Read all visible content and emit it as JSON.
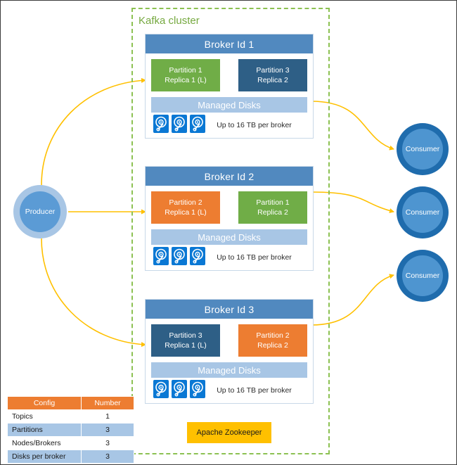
{
  "cluster": {
    "label": "Kafka cluster",
    "border_color": "#8cc152"
  },
  "producer": {
    "label": "Producer"
  },
  "consumers": [
    {
      "label": "Consumer"
    },
    {
      "label": "Consumer"
    },
    {
      "label": "Consumer"
    }
  ],
  "brokers": [
    {
      "title": "Broker Id 1",
      "partitions": [
        {
          "line1": "Partition 1",
          "line2": "Replica 1 (L)",
          "color": "#70ad47"
        },
        {
          "line1": "Partition 3",
          "line2": "Replica 2",
          "color": "#2e5f86"
        }
      ],
      "disks": {
        "header": "Managed Disks",
        "capacity": "Up to 16 TB per broker",
        "icon": "hard-disk-icon",
        "count": 3
      }
    },
    {
      "title": "Broker Id 2",
      "partitions": [
        {
          "line1": "Partition 2",
          "line2": "Replica 1 (L)",
          "color": "#ed7d31"
        },
        {
          "line1": "Partition 1",
          "line2": "Replica 2",
          "color": "#70ad47"
        }
      ],
      "disks": {
        "header": "Managed Disks",
        "capacity": "Up to 16 TB per broker",
        "icon": "hard-disk-icon",
        "count": 3
      }
    },
    {
      "title": "Broker Id 3",
      "partitions": [
        {
          "line1": "Partition 3",
          "line2": "Replica 1 (L)",
          "color": "#2e5f86"
        },
        {
          "line1": "Partition 2",
          "line2": "Replica 2",
          "color": "#ed7d31"
        }
      ],
      "disks": {
        "header": "Managed Disks",
        "capacity": "Up to 16 TB per broker",
        "icon": "hard-disk-icon",
        "count": 3
      }
    }
  ],
  "zookeeper": {
    "label": "Apache Zookeeper",
    "color": "#ffc000"
  },
  "config_table": {
    "headers": [
      "Config",
      "Number"
    ],
    "rows": [
      {
        "label": "Topics",
        "value": "1"
      },
      {
        "label": "Partitions",
        "value": "3"
      },
      {
        "label": "Nodes/Brokers",
        "value": "3"
      },
      {
        "label": "Disks per broker",
        "value": "3"
      }
    ]
  },
  "colors": {
    "arrow": "#ffc000",
    "broker_header": "#5189bf",
    "disks_header": "#a8c6e5",
    "green": "#70ad47",
    "orange": "#ed7d31",
    "navy": "#2e5f86",
    "producer_ring": "#a8c6e5",
    "producer_fill": "#5b9bd5",
    "consumer_ring": "#1f6cad",
    "consumer_fill": "#4e95d0",
    "disk_icon": "#0a78d4"
  }
}
